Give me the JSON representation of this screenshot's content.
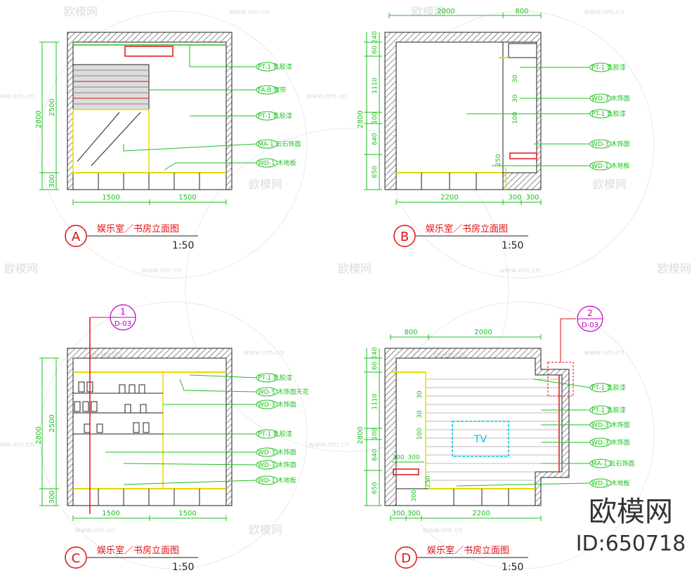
{
  "watermark": {
    "site": "www.om.cn",
    "brand": "欧模网"
  },
  "footer": {
    "brand": "欧模网",
    "id": "ID:650718"
  },
  "panels": [
    {
      "letter": "A",
      "title": "娱乐室／书房立面图",
      "scale": "1:50",
      "dims": {
        "left_total": "2800",
        "left_upper": "2500",
        "left_lower": "300",
        "bottom": [
          "1500",
          "1500"
        ]
      },
      "labels": [
        "PT-1 乳胶漆",
        "FA-B 窗帘",
        "PT-1 乳胶漆",
        "MA-1 云石饰面",
        "WD-1 木地板"
      ]
    },
    {
      "letter": "B",
      "title": "娱乐室／书房立面图",
      "scale": "1:50",
      "dims": {
        "top": [
          "2000",
          "800"
        ],
        "left_total": "2800",
        "left": [
          "240",
          "60",
          "1110",
          "100",
          "640",
          "650"
        ],
        "inner": [
          "30",
          "30",
          "100",
          "250"
        ],
        "bottom": [
          "2200",
          "300",
          "300"
        ]
      },
      "labels": [
        "PT-1 乳胶漆",
        "WD-3 木饰面",
        "PT-1 乳胶漆",
        "WD-3 木饰面",
        "WD-1 木地板"
      ]
    },
    {
      "letter": "C",
      "title": "娱乐室／书房立面图",
      "scale": "1:50",
      "callout": {
        "num": "1",
        "sheet": "D-03"
      },
      "dims": {
        "left_total": "2800",
        "left_upper": "2500",
        "left_lower": "300",
        "bottom": [
          "1500",
          "1500"
        ]
      },
      "labels": [
        "PT-1 乳胶漆",
        "WD-5 木饰面天花",
        "WD-3 木饰面",
        "PT-1 乳胶漆",
        "WD-3 木饰面",
        "WD-3 木饰面",
        "WD-1 木地板"
      ]
    },
    {
      "letter": "D",
      "title": "娱乐室／书房立面图",
      "scale": "1:50",
      "callout": {
        "num": "2",
        "sheet": "D-03"
      },
      "tv": "TV",
      "dims": {
        "top": [
          "800",
          "2000"
        ],
        "left_total": "2800",
        "left": [
          "240",
          "60",
          "1110",
          "100",
          "640",
          "650"
        ],
        "inner": [
          "30",
          "30",
          "100",
          "300",
          "300",
          "250",
          "300"
        ],
        "bottom": [
          "300",
          "300",
          "2200"
        ]
      },
      "labels": [
        "PT-1 乳胶漆",
        "PT-1 乳胶漆",
        "WD-3 木饰面",
        "WD-3 木饰面",
        "MA-1 云石饰面",
        "WD-1 木地板"
      ]
    }
  ],
  "colors": {
    "dim": "#1fbf1f",
    "accent": "#e01010",
    "line": "#222222",
    "callout": "#c000c0",
    "yellow": "#e8d800",
    "cyan": "#00c8e0"
  }
}
